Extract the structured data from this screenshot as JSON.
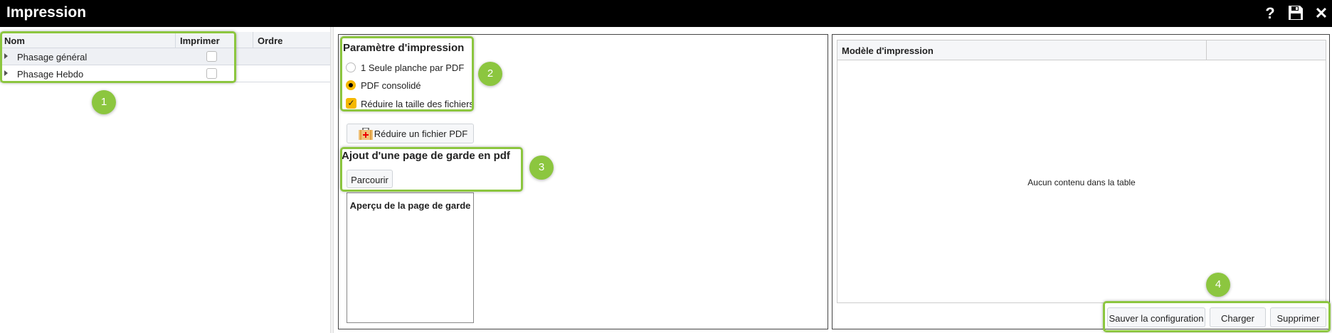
{
  "window": {
    "title": "Impression",
    "icons": [
      "help-icon",
      "save-icon",
      "close-icon"
    ],
    "help_glyph": "?",
    "close_glyph": "✕"
  },
  "tree": {
    "columns": [
      "Nom",
      "Imprimer",
      "Ordre"
    ],
    "rows": [
      {
        "label": "Phasage général",
        "checked": false
      },
      {
        "label": "Phasage Hebdo",
        "checked": false
      }
    ]
  },
  "params": {
    "title": "Paramètre d'impression",
    "radio1": "1 Seule planche par PDF",
    "radio2": "PDF consolidé",
    "selected": "PDF consolidé",
    "checkbox": "Réduire la taille des fichiers",
    "checkbox_checked": true,
    "reduce_button": "Réduire un fichier PDF"
  },
  "cover": {
    "title": "Ajout d'une page de garde en pdf",
    "browse_button": "Parcourir",
    "preview_title": "Aperçu de la page de garde"
  },
  "models": {
    "column": "Modèle d'impression",
    "empty": "Aucun contenu dans la table",
    "save": "Sauver la configuration",
    "load": "Charger",
    "delete": "Supprimer"
  },
  "badges": [
    "1",
    "2",
    "3",
    "4"
  ],
  "colors": {
    "highlight": "#8cc63f",
    "accent": "#f5b800"
  }
}
